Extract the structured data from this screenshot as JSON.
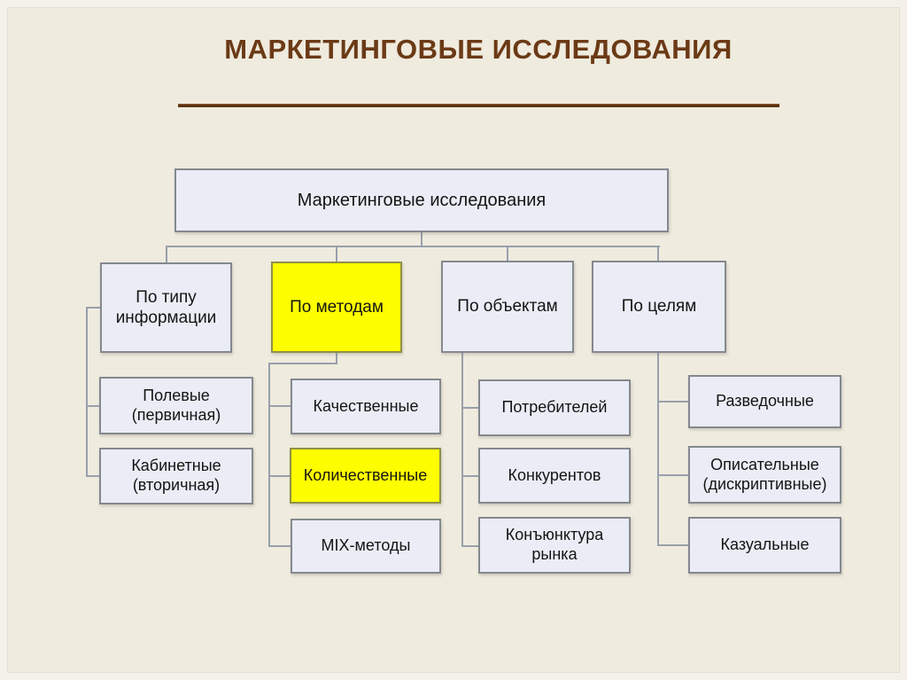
{
  "title": {
    "text": "МАРКЕТИНГОВЫЕ ИССЛЕДОВАНИЯ"
  },
  "colors": {
    "title_brown": "#6B3A16",
    "rule_brown": "#5E3311",
    "slide_background": "#EFEBDE",
    "frame_light": "#F3F1EA",
    "box_fill": "#EAEDF5",
    "box_border": "#84888F",
    "highlight_yellow": "#FEFE00",
    "connector_gray": "#98A0AC",
    "text_color": "#141414"
  },
  "diagram": {
    "root": {
      "label": "Маркетинговые исследования"
    },
    "branches": [
      {
        "label": "По типу\nинформации",
        "highlighted": false,
        "children": [
          {
            "label": "Полевые\n(первичная)",
            "highlighted": false
          },
          {
            "label": "Кабинетные\n(вторичная)",
            "highlighted": false
          }
        ]
      },
      {
        "label": "По методам",
        "highlighted": true,
        "children": [
          {
            "label": "Качественные",
            "highlighted": false
          },
          {
            "label": "Количественные",
            "highlighted": true
          },
          {
            "label": "MIX-методы",
            "highlighted": false
          }
        ]
      },
      {
        "label": "По объектам",
        "highlighted": false,
        "children": [
          {
            "label": "Потребителей",
            "highlighted": false
          },
          {
            "label": "Конкурентов",
            "highlighted": false
          },
          {
            "label": "Конъюнктура\nрынка",
            "highlighted": false
          }
        ]
      },
      {
        "label": "По целям",
        "highlighted": false,
        "children": [
          {
            "label": "Разведочные",
            "highlighted": false
          },
          {
            "label": "Описательные\n(дискриптивные)",
            "highlighted": false
          },
          {
            "label": "Казуальные",
            "highlighted": false
          }
        ]
      }
    ]
  }
}
